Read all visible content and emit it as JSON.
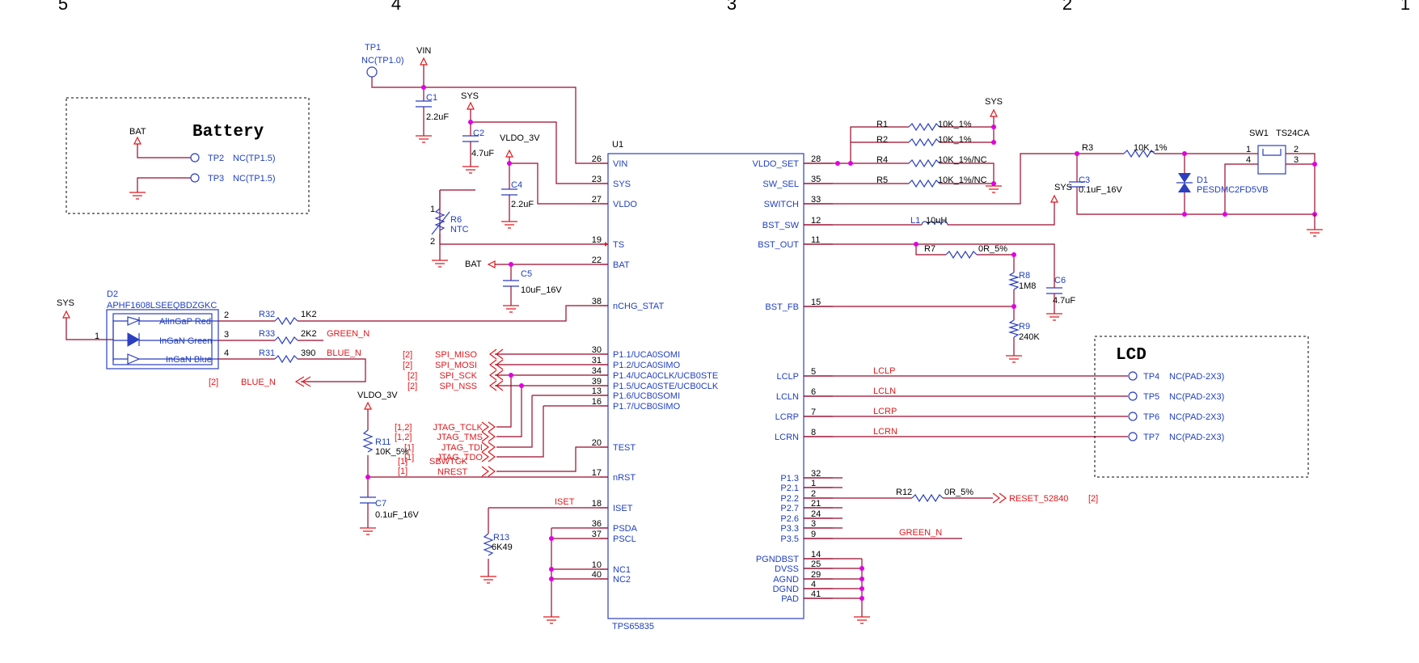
{
  "zones": [
    "5",
    "4",
    "3",
    "2",
    "1"
  ],
  "battery": {
    "title": "Battery",
    "bat": "BAT",
    "tp2": "TP2",
    "tp2_val": "NC(TP1.5)",
    "tp3": "TP3",
    "tp3_val": "NC(TP1.5)"
  },
  "lcd": {
    "title": "LCD",
    "points": [
      {
        "ref": "TP4",
        "val": "NC(PAD-2X3)"
      },
      {
        "ref": "TP5",
        "val": "NC(PAD-2X3)"
      },
      {
        "ref": "TP6",
        "val": "NC(PAD-2X3)"
      },
      {
        "ref": "TP7",
        "val": "NC(PAD-2X3)"
      }
    ]
  },
  "nets": {
    "vin": "VIN",
    "sys": "SYS",
    "vldo": "VLDO_3V",
    "bat": "BAT",
    "blue_n": "BLUE_N",
    "green_n": "GREEN_N",
    "nrest": "NREST",
    "iset": "ISET",
    "reset": "RESET_52840",
    "reset_ref": "[2]",
    "blue_ref": "[2]",
    "lclp": "LCLP",
    "lcln": "LCLN",
    "lcrp": "LCRP",
    "lcrn": "LCRN"
  },
  "tp1": {
    "ref": "TP1",
    "val": "NC(TP1.0)"
  },
  "components": {
    "c1": {
      "ref": "C1",
      "val": "2.2uF"
    },
    "c2": {
      "ref": "C2",
      "val": "4.7uF"
    },
    "c4": {
      "ref": "C4",
      "val": "2.2uF"
    },
    "c5": {
      "ref": "C5",
      "val": "10uF_16V"
    },
    "c7": {
      "ref": "C7",
      "val": "0.1uF_16V"
    },
    "c3": {
      "ref": "C3",
      "val": "0.1uF_16V"
    },
    "c6": {
      "ref": "C6",
      "val": "4.7uF"
    },
    "r6": {
      "ref": "R6",
      "val": "NTC",
      "p1": "1",
      "p2": "2"
    },
    "r11": {
      "ref": "R11",
      "val": "10K_5%"
    },
    "r13": {
      "ref": "R13",
      "val": "6K49"
    },
    "r1": {
      "ref": "R1",
      "val": "10K_1%"
    },
    "r2": {
      "ref": "R2",
      "val": "10K_1%"
    },
    "r4": {
      "ref": "R4",
      "val": "10K_1%/NC"
    },
    "r5": {
      "ref": "R5",
      "val": "10K_1%/NC"
    },
    "r3": {
      "ref": "R3",
      "val": "10K_1%"
    },
    "r7": {
      "ref": "R7",
      "val": "0R_5%"
    },
    "r8": {
      "ref": "R8",
      "val": "1M8"
    },
    "r9": {
      "ref": "R9",
      "val": "240K"
    },
    "r12": {
      "ref": "R12",
      "val": "0R_5%"
    },
    "r32": {
      "ref": "R32",
      "val": "1K2"
    },
    "r33": {
      "ref": "R33",
      "val": "2K2"
    },
    "r31": {
      "ref": "R31",
      "val": "390"
    },
    "l1": {
      "ref": "L1",
      "val": "10uH"
    },
    "d1": {
      "ref": "D1",
      "val": "PESDMC2FD5VB"
    },
    "sw1": {
      "ref": "SW1",
      "val": "TS24CA",
      "p1": "1",
      "p2": "2",
      "p3": "3",
      "p4": "4"
    }
  },
  "led": {
    "ref": "D2",
    "part": "APHF1608LSEEQBDZGKC",
    "red": "AlInGaP Red",
    "green": "InGaN Green",
    "blue": "InGaN Blue",
    "pin1": "1",
    "pin2": "2",
    "pin3": "3",
    "pin4": "4"
  },
  "ic": {
    "ref": "U1",
    "part": "TPS65835",
    "left_pins": [
      {
        "num": "26",
        "name": "VIN"
      },
      {
        "num": "23",
        "name": "SYS"
      },
      {
        "num": "27",
        "name": "VLDO"
      },
      {
        "num": "19",
        "name": "TS"
      },
      {
        "num": "22",
        "name": "BAT"
      },
      {
        "num": "38",
        "name": "nCHG_STAT"
      },
      {
        "num": "30",
        "name": "P1.1/UCA0SOMI"
      },
      {
        "num": "31",
        "name": "P1.2/UCA0SIMO"
      },
      {
        "num": "34",
        "name": "P1.4/UCA0CLK/UCB0STE"
      },
      {
        "num": "39",
        "name": "P1.5/UCA0STE/UCB0CLK"
      },
      {
        "num": "13",
        "name": "P1.6/UCB0SOMI"
      },
      {
        "num": "16",
        "name": "P1.7/UCB0SIMO"
      },
      {
        "num": "20",
        "name": "TEST"
      },
      {
        "num": "17",
        "name": "nRST"
      },
      {
        "num": "18",
        "name": "ISET"
      },
      {
        "num": "36",
        "name": "PSDA"
      },
      {
        "num": "37",
        "name": "PSCL"
      },
      {
        "num": "10",
        "name": "NC1"
      },
      {
        "num": "40",
        "name": "NC2"
      }
    ],
    "right_pins": [
      {
        "num": "28",
        "name": "VLDO_SET"
      },
      {
        "num": "35",
        "name": "SW_SEL"
      },
      {
        "num": "33",
        "name": "SWITCH"
      },
      {
        "num": "12",
        "name": "BST_SW"
      },
      {
        "num": "11",
        "name": "BST_OUT"
      },
      {
        "num": "15",
        "name": "BST_FB"
      },
      {
        "num": "5",
        "name": "LCLP"
      },
      {
        "num": "6",
        "name": "LCLN"
      },
      {
        "num": "7",
        "name": "LCRP"
      },
      {
        "num": "8",
        "name": "LCRN"
      },
      {
        "num": "32",
        "name": "P1.3"
      },
      {
        "num": "1",
        "name": "P2.1"
      },
      {
        "num": "2",
        "name": "P2.2"
      },
      {
        "num": "21",
        "name": "P2.7"
      },
      {
        "num": "24",
        "name": "P2.6"
      },
      {
        "num": "3",
        "name": "P3.3"
      },
      {
        "num": "9",
        "name": "P3.5"
      },
      {
        "num": "14",
        "name": "PGNDBST"
      },
      {
        "num": "25",
        "name": "DVSS"
      },
      {
        "num": "29",
        "name": "AGND"
      },
      {
        "num": "4",
        "name": "DGND"
      },
      {
        "num": "41",
        "name": "PAD"
      }
    ]
  },
  "spi_signals": [
    {
      "ref": "[2]",
      "name": "SPI_MISO"
    },
    {
      "ref": "[2]",
      "name": "SPI_MOSI"
    },
    {
      "ref": "[2]",
      "name": "SPI_SCK"
    },
    {
      "ref": "[2]",
      "name": "SPI_NSS"
    }
  ],
  "jtag_signals": [
    {
      "ref": "[1,2]",
      "name": "JTAG_TCLK"
    },
    {
      "ref": "[1,2]",
      "name": "JTAG_TMS"
    },
    {
      "ref": "[1]",
      "name": "JTAG_TDI"
    },
    {
      "ref": "[1]",
      "name": "JTAG_TDO"
    }
  ],
  "sbwtck": {
    "ref": "[1]",
    "name": "SBWTCK"
  },
  "colors": {
    "wire": "#9a0b2b",
    "component": "#2b3fbf",
    "net": "#e0191e",
    "junction": "#e000e0"
  }
}
